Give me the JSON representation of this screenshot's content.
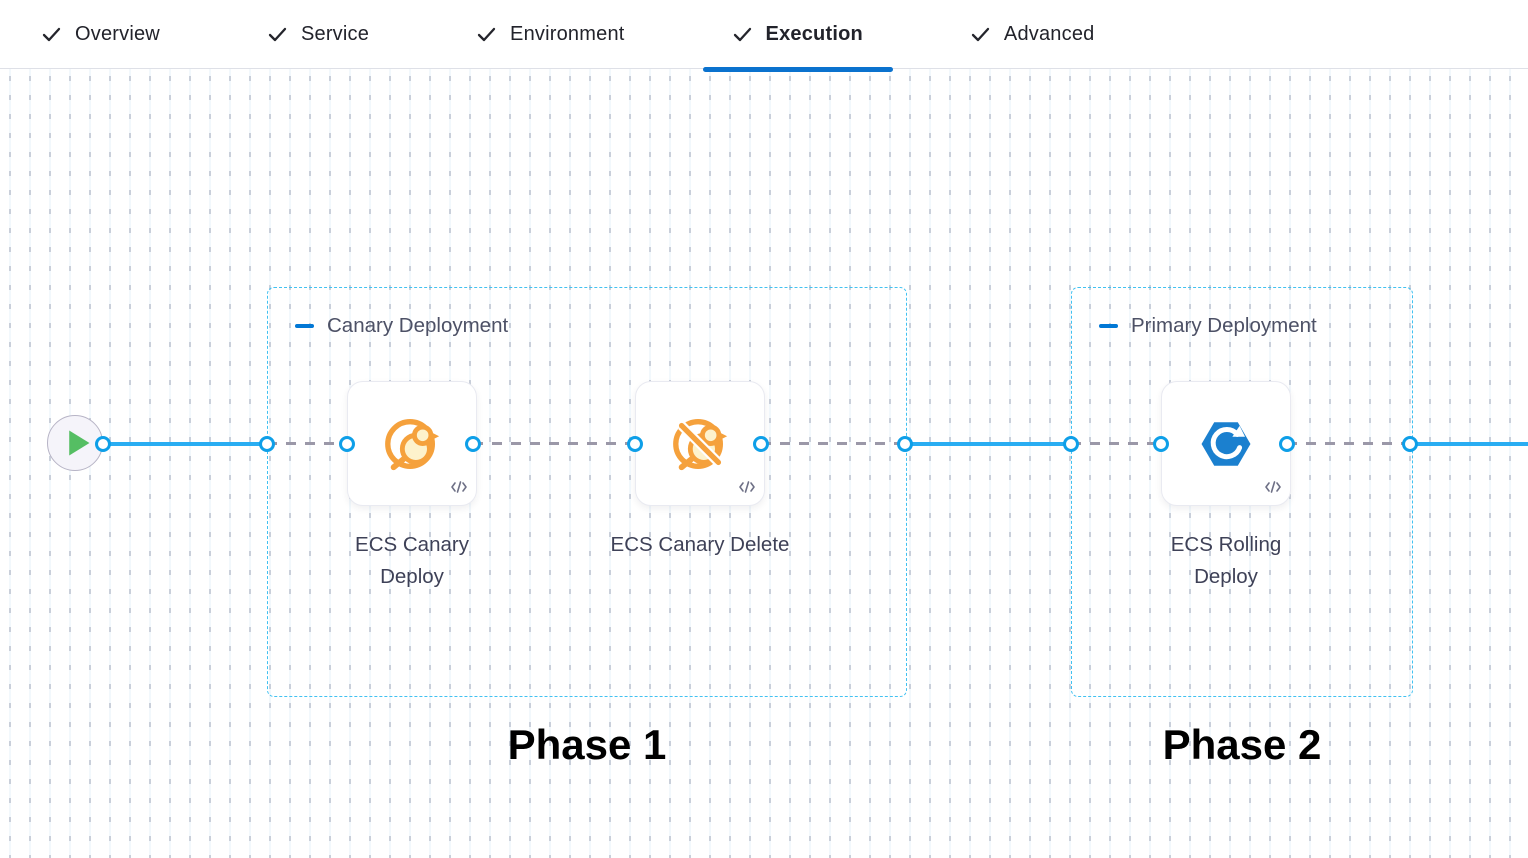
{
  "tabs": {
    "items": [
      {
        "label": "Overview",
        "checked": true,
        "active": false
      },
      {
        "label": "Service",
        "checked": true,
        "active": false
      },
      {
        "label": "Environment",
        "checked": true,
        "active": false
      },
      {
        "label": "Execution",
        "checked": true,
        "active": true
      },
      {
        "label": "Advanced",
        "checked": true,
        "active": false
      }
    ]
  },
  "pipeline": {
    "start_node": {
      "icon": "play-icon"
    },
    "groups": [
      {
        "name": "Canary Deployment",
        "phase_label": "Phase 1",
        "steps": [
          {
            "name": "ECS Canary Deploy",
            "icon": "ecs-canary-deploy-icon",
            "has_code_badge": true
          },
          {
            "name": "ECS Canary Delete",
            "icon": "ecs-canary-delete-icon",
            "has_code_badge": true
          }
        ]
      },
      {
        "name": "Primary Deployment",
        "phase_label": "Phase 2",
        "steps": [
          {
            "name": "ECS Rolling Deploy",
            "icon": "ecs-rolling-deploy-icon",
            "has_code_badge": true
          }
        ]
      }
    ]
  },
  "colors": {
    "active_tab_underline": "#0B72CE",
    "solid_connector": "#29ADF2",
    "dashed_connector": "#9B98A8",
    "port_ring": "#0E9FE8",
    "group_border": "#41C1F1",
    "group_dash_icon": "#0278D5",
    "canary_orange": "#F5A13C",
    "ecs_blue": "#1B80CF",
    "play_green": "#55BE63"
  }
}
